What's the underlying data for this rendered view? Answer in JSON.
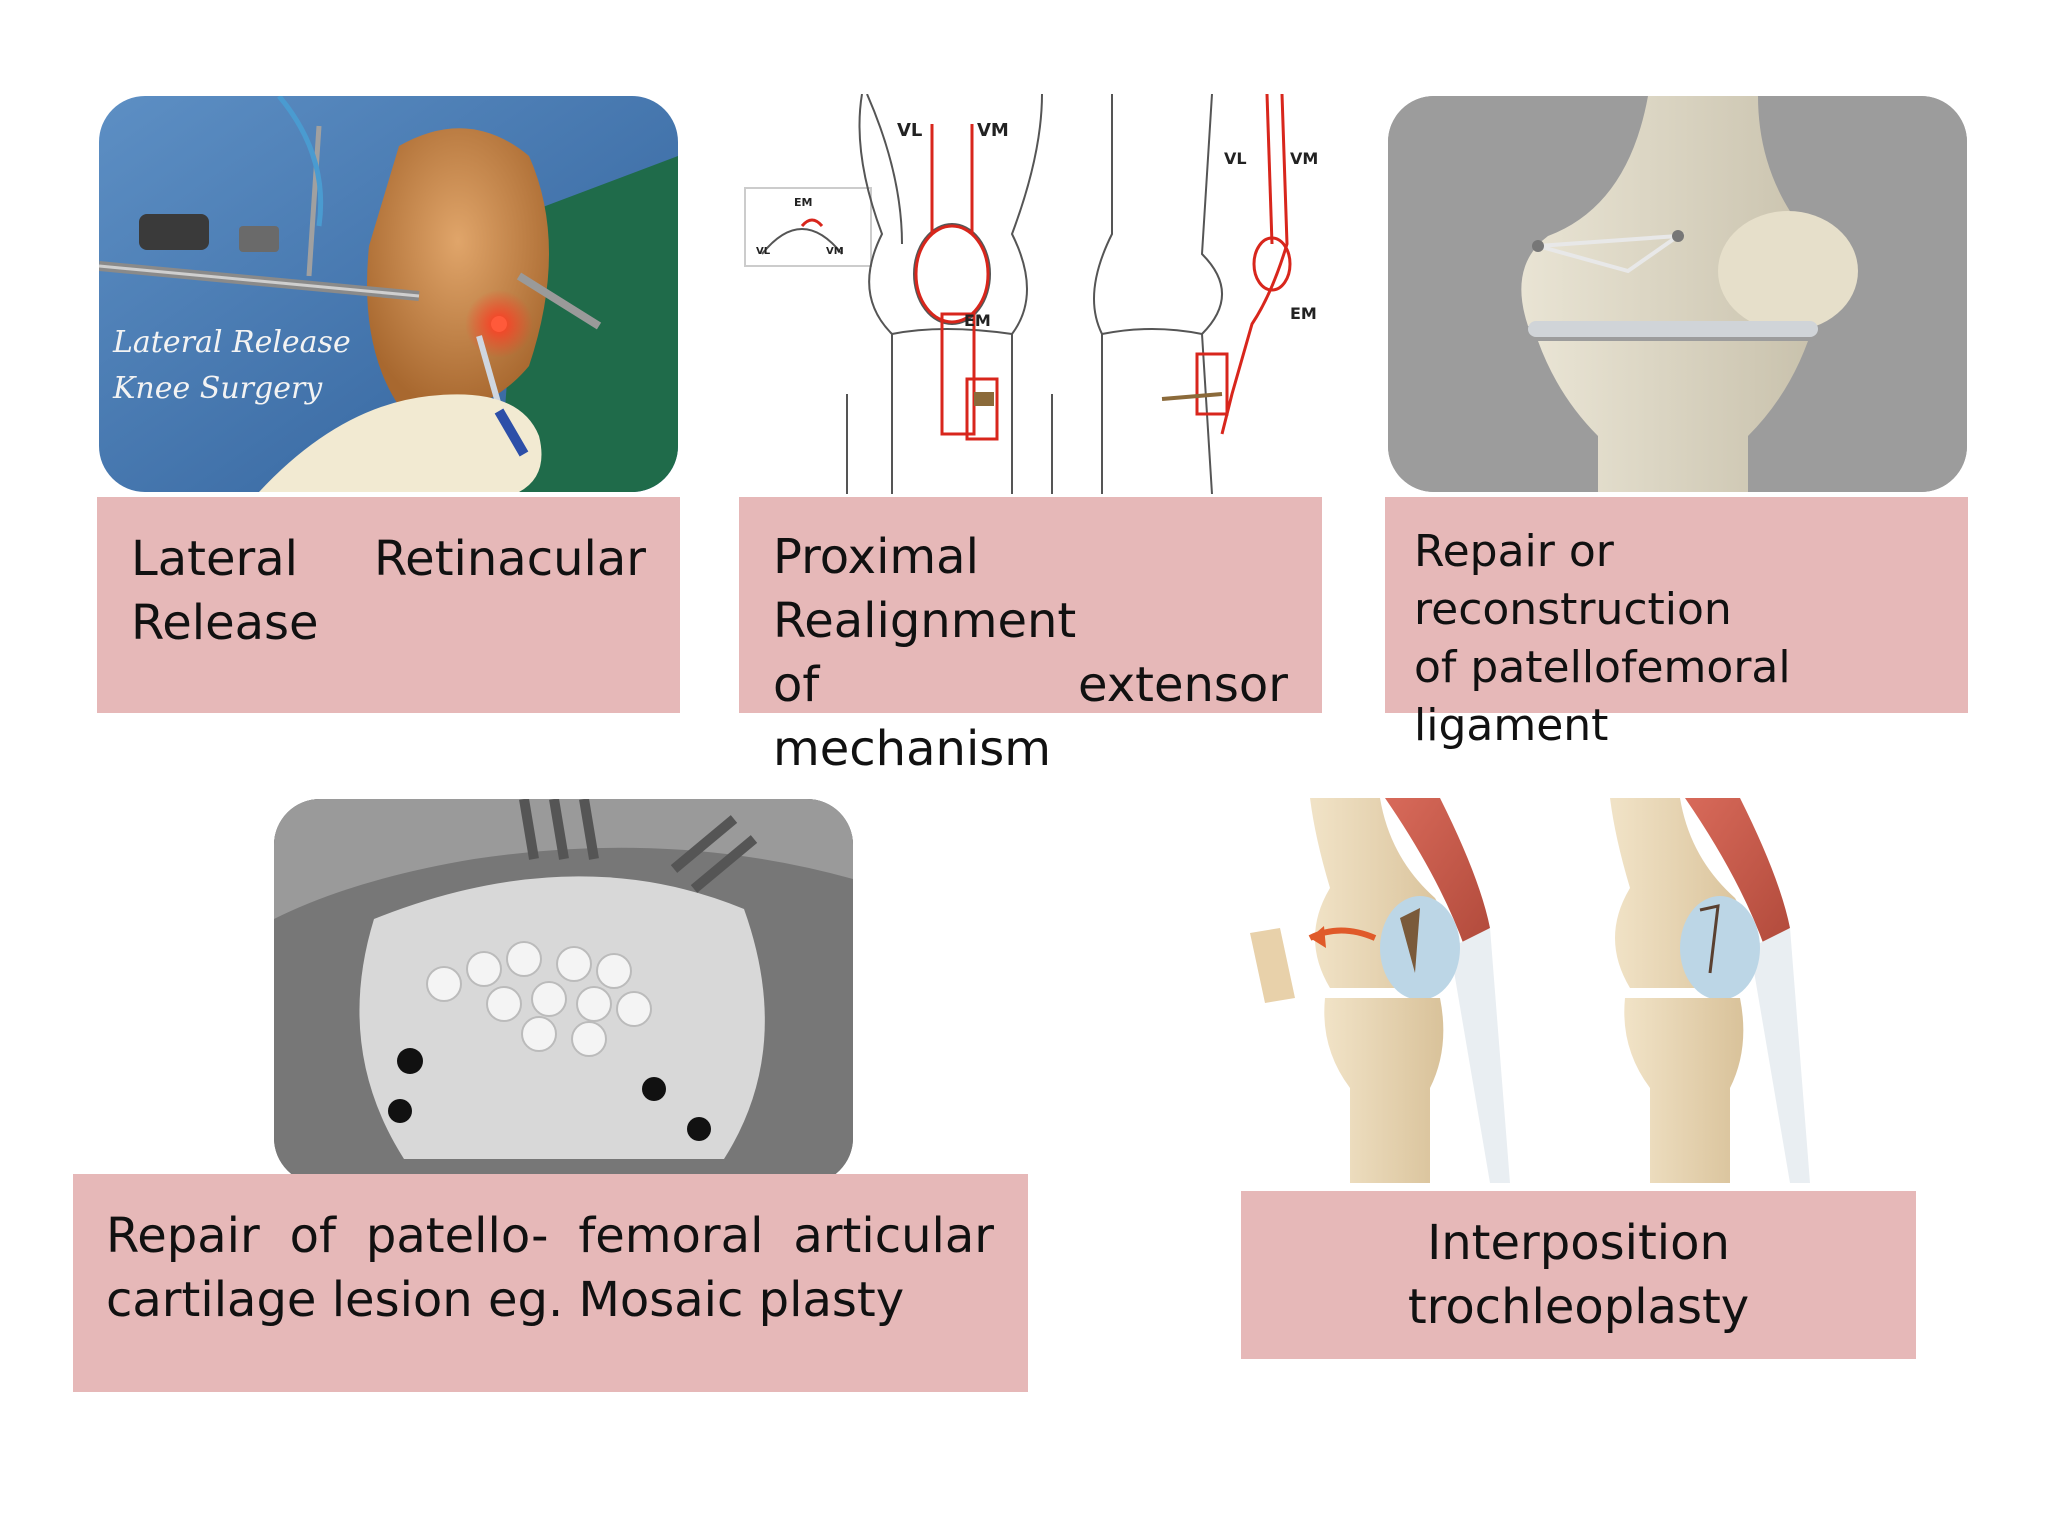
{
  "panels": [
    {
      "photo_overlay": [
        "Lateral Release",
        "Knee Surgery"
      ],
      "caption_lines": [
        "Lateral Retinacular",
        "Release"
      ]
    },
    {
      "diagram_labels": {
        "vl": "VL",
        "vm": "VM",
        "em": "EM",
        "vl2": "VL",
        "vm2": "VM",
        "em2": "EM",
        "inset_em": "EM",
        "inset_vl": "VL",
        "inset_vm": "VM"
      },
      "caption_lines": [
        "Proximal Realignment",
        "of extensor",
        "mechanism"
      ]
    },
    {
      "caption_lines": [
        "Repair or reconstruction",
        "of patellofemoral",
        "ligament"
      ]
    },
    {
      "caption_lines": [
        "Repair of patello- femoral articular",
        "cartilage lesion eg. Mosaic plasty"
      ]
    },
    {
      "caption_lines": [
        "Interposition",
        "trochleoplasty"
      ]
    }
  ],
  "colors": {
    "caption_bg": "#e6b8b8",
    "diagram_red": "#d8261c"
  }
}
